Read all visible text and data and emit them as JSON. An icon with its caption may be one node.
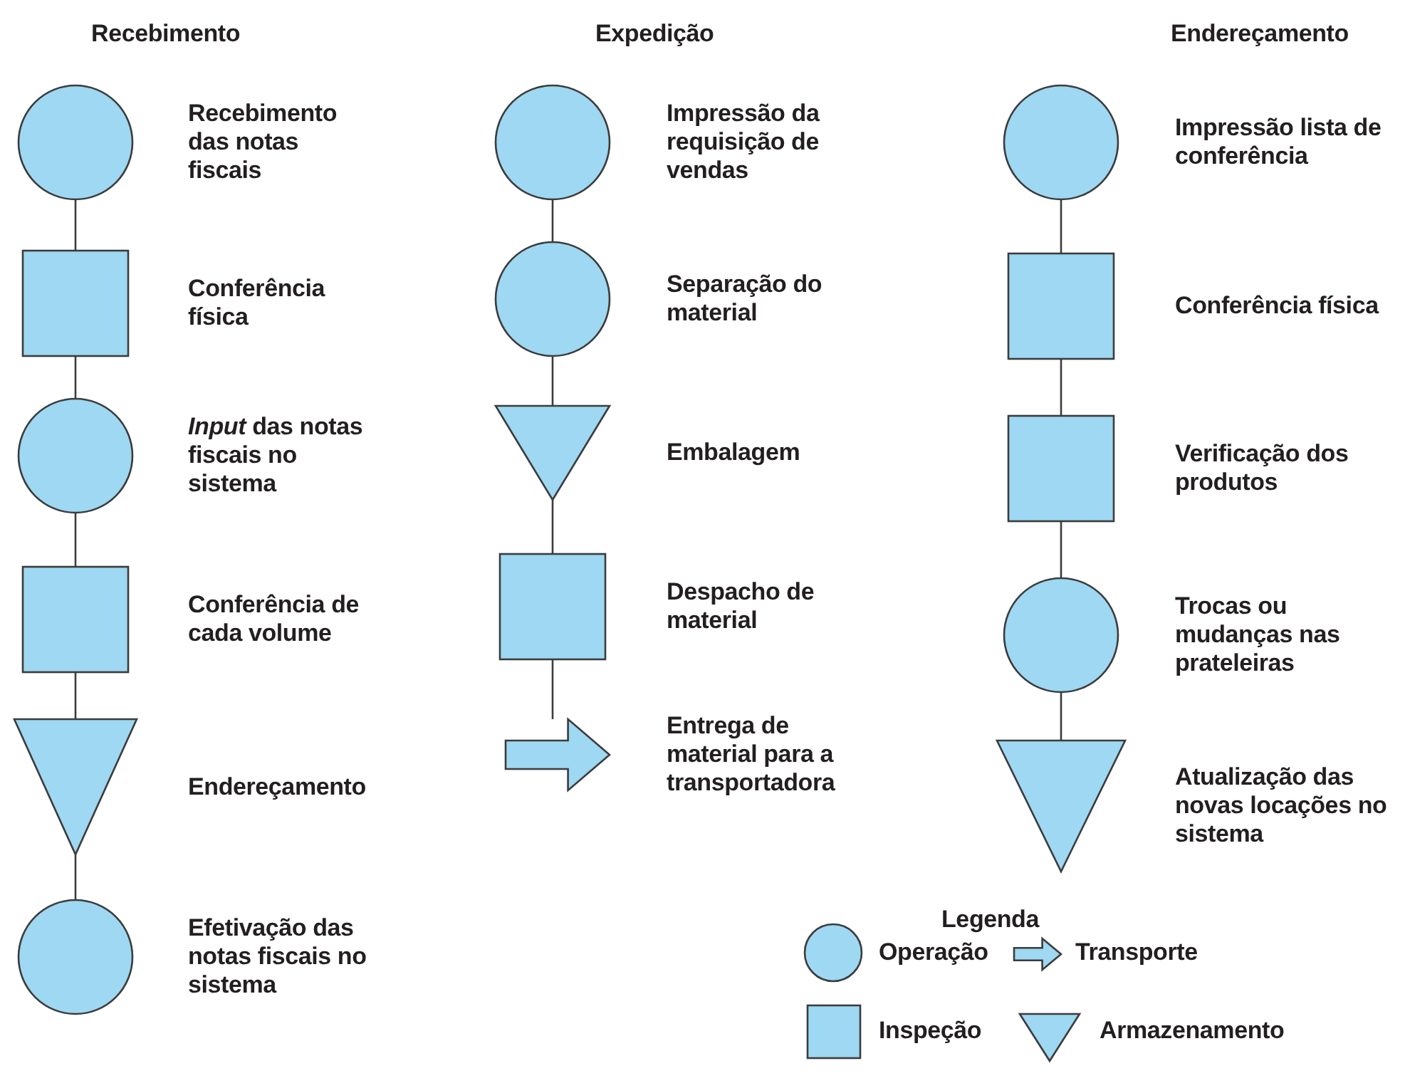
{
  "diagram": {
    "nodes": [
      {
        "text": [],
        "shape": "circle",
        "beside": [
          "Recebimento das notas fiscais"
        ]
      },
      {
        "text": [],
        "shape": "box",
        "beside": [
          "Conferência física"
        ]
      },
      {
        "text": [],
        "shape": "circle",
        "beside": [
          "*Input* das notas fiscais no sistema"
        ]
      },
      {
        "text": [],
        "shape": "box",
        "beside": [
          "Conferência de cada volume"
        ]
      },
      {
        "text": [],
        "shape": "triangle",
        "beside": [
          "Endereçamento"
        ]
      },
      {
        "text": [],
        "shape": "circle",
        "beside": [
          "Efetivação das notas fiscais no sistema"
        ]
      },
      {
        "text": [],
        "shape": "circle",
        "beside": [
          "Impressão da requisição de vendas"
        ]
      },
      {
        "text": [],
        "shape": "circle",
        "beside": [
          "Separação do material"
        ]
      },
      {
        "text": [],
        "shape": "triangle",
        "beside": [
          "Embalagem"
        ]
      },
      {
        "text": [],
        "shape": "box",
        "beside": [
          "Despacho de material"
        ]
      },
      {
        "text": [],
        "shape": "arrow",
        "beside": [
          "Entrega de material para a transportadora"
        ]
      },
      {
        "text": [],
        "shape": "circle",
        "beside": [
          "Impressão lista de conferência"
        ]
      },
      {
        "text": [],
        "shape": "box",
        "beside": [
          "Conferência física"
        ]
      },
      {
        "text": [],
        "shape": "box",
        "beside": [
          "Verificação dos produtos"
        ]
      },
      {
        "text": [],
        "shape": "circle",
        "beside": [
          "Trocas ou mudanças nas prateleiras"
        ]
      },
      {
        "text": [],
        "shape": "triangle",
        "beside": [
          "Atualização das novas locações no sistema"
        ]
      }
    ],
    "edges": [
      {
        "from": 0,
        "to": 1,
        "arrow": "none"
      },
      {
        "from": 1,
        "to": 2,
        "arrow": "none"
      },
      {
        "from": 2,
        "to": 3,
        "arrow": "none"
      },
      {
        "from": 3,
        "to": 4,
        "arrow": "none"
      },
      {
        "from": 4,
        "to": 5,
        "arrow": "none"
      },
      {
        "from": 6,
        "to": 7,
        "arrow": "none"
      },
      {
        "from": 7,
        "to": 8,
        "arrow": "none"
      },
      {
        "from": 8,
        "to": 9,
        "arrow": "none"
      },
      {
        "from": 9,
        "to": 10,
        "arrow": "none"
      },
      {
        "from": 11,
        "to": 12,
        "arrow": "none"
      },
      {
        "from": 12,
        "to": 13,
        "arrow": "none"
      },
      {
        "from": 13,
        "to": 14,
        "arrow": "none"
      },
      {
        "from": 14,
        "to": 15,
        "arrow": "none"
      }
    ],
    "labels": [
      "Recebimento",
      "Expedição",
      "Endereçamento",
      "Legenda"
    ],
    "legend": [
      {
        "text": "Operação"
      },
      {
        "text": "Transporte"
      },
      {
        "text": "Inspeção"
      },
      {
        "text": "Armazenamento"
      }
    ]
  }
}
